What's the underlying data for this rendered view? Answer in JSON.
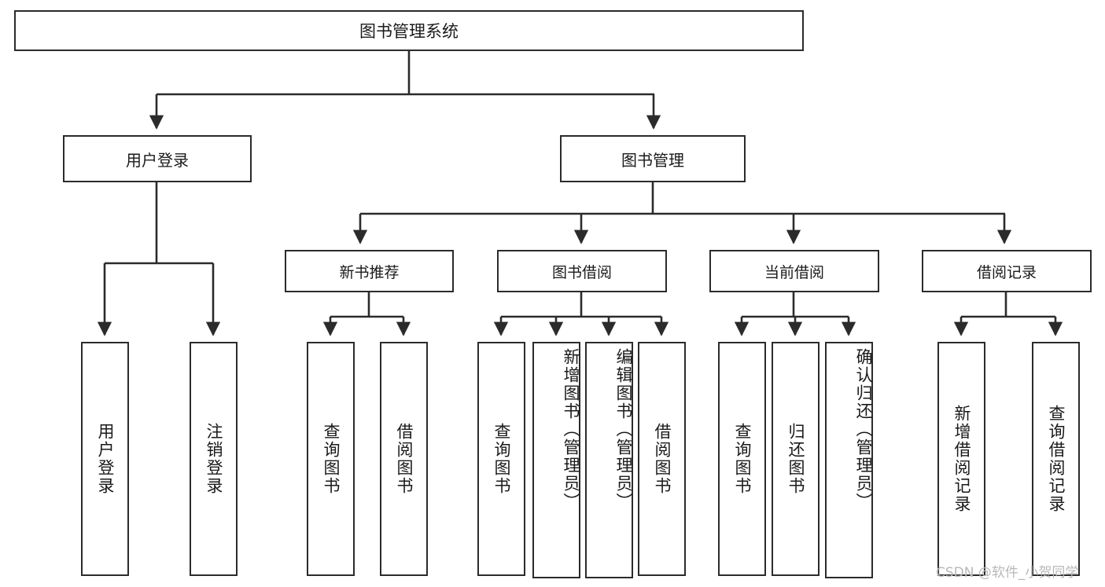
{
  "diagram": {
    "type": "tree-hierarchy-chart",
    "title": "图书管理系统",
    "root": {
      "id": "root",
      "label": "图书管理系统"
    },
    "tier2": [
      {
        "id": "user-login",
        "label": "用户登录"
      },
      {
        "id": "book-manage",
        "label": "图书管理"
      }
    ],
    "tier3": [
      {
        "id": "new-book-rec",
        "label": "新书推荐"
      },
      {
        "id": "book-borrow",
        "label": "图书借阅"
      },
      {
        "id": "current-borrow",
        "label": "当前借阅"
      },
      {
        "id": "borrow-record",
        "label": "借阅记录"
      }
    ],
    "leaves": {
      "user_login": [
        {
          "id": "leaf-user-login",
          "label": "用户登录"
        },
        {
          "id": "leaf-logout-login",
          "label": "注销登录"
        }
      ],
      "new_book_rec": [
        {
          "id": "leaf-query-book-1",
          "label": "查询图书"
        },
        {
          "id": "leaf-borrow-book-1",
          "label": "借阅图书"
        }
      ],
      "book_borrow": [
        {
          "id": "leaf-query-book-2",
          "label": "查询图书"
        },
        {
          "id": "leaf-add-book",
          "label": "新增图书（管理员）"
        },
        {
          "id": "leaf-edit-book",
          "label": "编辑图书（管理员）"
        },
        {
          "id": "leaf-borrow-book-2",
          "label": "借阅图书"
        }
      ],
      "current_borrow": [
        {
          "id": "leaf-query-book-3",
          "label": "查询图书"
        },
        {
          "id": "leaf-return-book",
          "label": "归还图书"
        },
        {
          "id": "leaf-confirm-return",
          "label": "确认归还（管理员）"
        }
      ],
      "borrow_record": [
        {
          "id": "leaf-add-record",
          "label": "新增借阅记录"
        },
        {
          "id": "leaf-query-record",
          "label": "查询借阅记录"
        }
      ]
    }
  },
  "watermark": {
    "text": "CSDN @软件_小贺同学"
  },
  "colors": {
    "stroke": "#2b2b2b",
    "background": "#ffffff",
    "text": "#1a1a1a",
    "watermark": "#b8b8b8"
  }
}
